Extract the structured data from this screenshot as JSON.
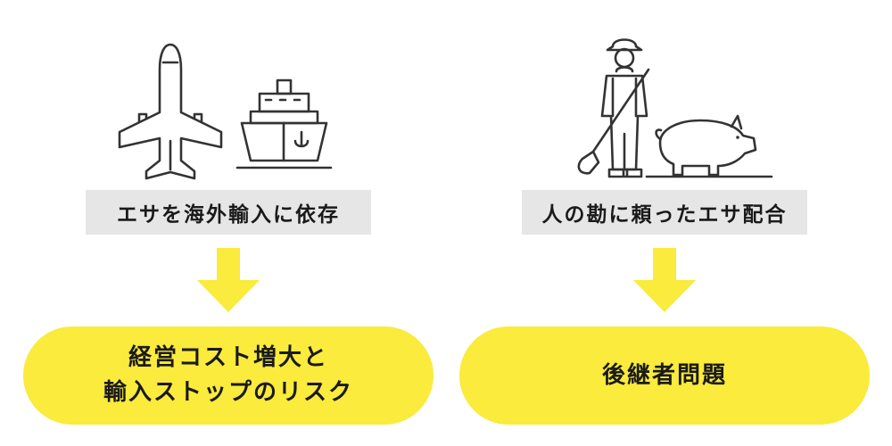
{
  "left": {
    "illustration_icons": [
      "airplane-icon",
      "ship-icon"
    ],
    "label": "エサを海外輸入に依存",
    "result_lines": [
      "経営コスト増大と",
      "輸入ストップのリスク"
    ]
  },
  "right": {
    "illustration_icons": [
      "farmer-icon",
      "pig-icon"
    ],
    "label": "人の勘に頼ったエサ配合",
    "result_lines": [
      "後継者問題"
    ]
  },
  "colors": {
    "label_bg": "#e6e6e6",
    "accent_yellow": "#faeb3c",
    "line_art": "#333333",
    "text": "#1a1a1a"
  }
}
